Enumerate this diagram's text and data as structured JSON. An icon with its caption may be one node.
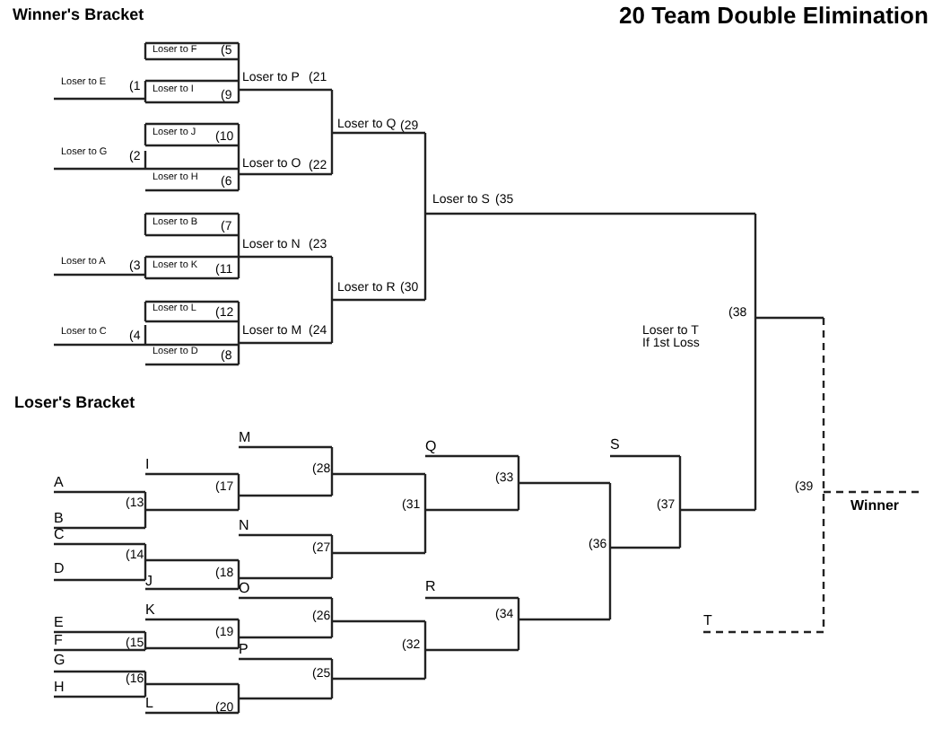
{
  "diagram": {
    "title": "20 Team Double Elimination",
    "labels": [
      "Winner's Bracket",
      "Loser to F",
      "(5",
      "Loser to E",
      "(1",
      "Loser to P",
      "(21",
      "Loser to I",
      "(9",
      "Loser to Q",
      "(29",
      "Loser to J",
      "(10",
      "Loser to G",
      "(2",
      "Loser to O",
      "(22",
      "Loser to H",
      "(6",
      "Loser to S",
      "(35",
      "Loser to B",
      "(7",
      "Loser to N",
      "(23",
      "Loser to A",
      "(3",
      "Loser to K",
      "(11",
      "Loser to R",
      "(30",
      "Loser to L",
      "(12",
      "Loser to T If 1st Loss",
      "(38",
      "Loser to C",
      "(4",
      "Loser to M",
      "(24",
      "Loser to D",
      "(8",
      "Loser's Bracket",
      "M",
      "Q",
      "S",
      "I",
      "A",
      "(17",
      "(28",
      "(33",
      "(39",
      "(13",
      "(31",
      "(37",
      "Winner",
      "B",
      "N",
      "C",
      "(14",
      "(27",
      "(36",
      "D",
      "(18",
      "J",
      "O",
      "R",
      "(26",
      "K",
      "E",
      "(19",
      "F",
      "(15",
      "P",
      "T",
      "(34",
      "(32",
      "G",
      "(25",
      "(16",
      "H",
      "L",
      "(20"
    ]
  }
}
